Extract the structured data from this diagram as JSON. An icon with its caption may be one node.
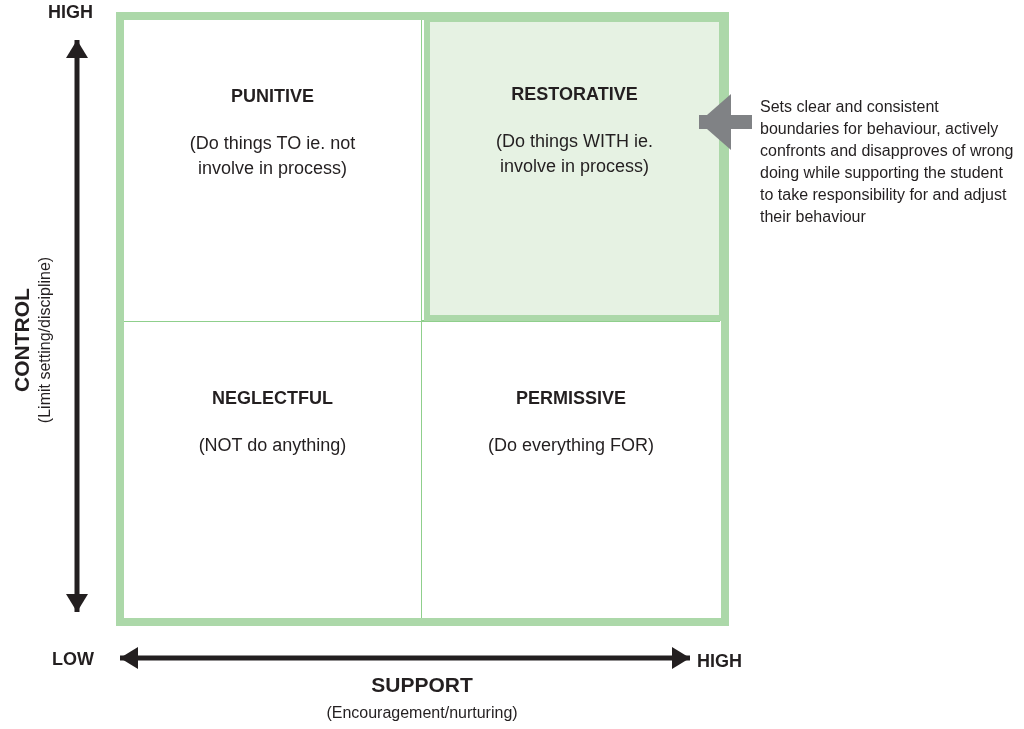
{
  "diagram": {
    "nodes": [
      {
        "text": [
          "PUNITIVE",
          "(Do things TO ie. not involve in process)"
        ]
      },
      {
        "text": [
          "RESTORATIVE",
          "(Do things WITH ie. involve in process)"
        ]
      },
      {
        "text": [
          "NEGLECTFUL",
          "(NOT do anything)"
        ]
      },
      {
        "text": [
          "PERMISSIVE",
          "(Do everything FOR)"
        ]
      },
      {
        "text": [
          "Sets clear and consistent boundaries for behaviour, actively confronts and disapproves of wrong doing while supporting the student to take responsibility for and adjust their behaviour"
        ]
      }
    ],
    "edges": [
      {
        "from": 4,
        "to": 1,
        "arrow": "to"
      }
    ],
    "labels": [
      "HIGH",
      "CONTROL",
      "(Limit setting/discipline)",
      "LOW",
      "HIGH",
      "SUPPORT",
      "(Encouragement/nurturing)"
    ]
  }
}
